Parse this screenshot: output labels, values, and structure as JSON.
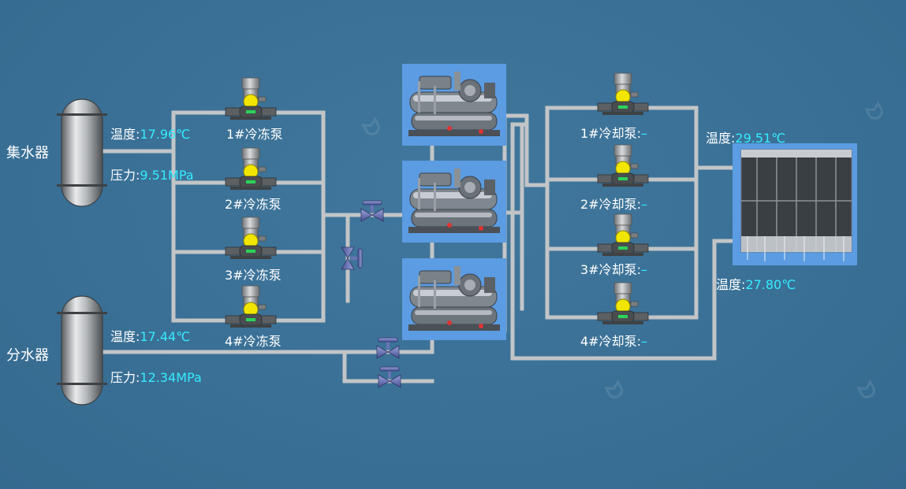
{
  "tanks": {
    "collector": {
      "name": "集水器",
      "temp_label": "温度:",
      "temp": "17.96℃",
      "pressure_label": "压力:",
      "pressure": "9.51MPa"
    },
    "distributor": {
      "name": "分水器",
      "temp_label": "温度:",
      "temp": "17.44℃",
      "pressure_label": "压力:",
      "pressure": "12.34MPa"
    }
  },
  "chilled_pumps": [
    {
      "label": "1#冷冻泵"
    },
    {
      "label": "2#冷冻泵"
    },
    {
      "label": "3#冷冻泵"
    },
    {
      "label": "4#冷冻泵"
    }
  ],
  "cooling_pumps": [
    {
      "label": "1#冷却泵:",
      "value": "–"
    },
    {
      "label": "2#冷却泵:",
      "value": "–"
    },
    {
      "label": "3#冷却泵:",
      "value": "–"
    },
    {
      "label": "4#冷却泵:",
      "value": "–"
    }
  ],
  "cooling_tower": {
    "supply_temp_label": "温度:",
    "supply_temp": "29.51℃",
    "return_temp_label": "温度:",
    "return_temp": "27.80℃"
  },
  "colors": {
    "value": "#35ecff",
    "pipe": "#c9ccce",
    "pump_motor": "#f2e600"
  }
}
